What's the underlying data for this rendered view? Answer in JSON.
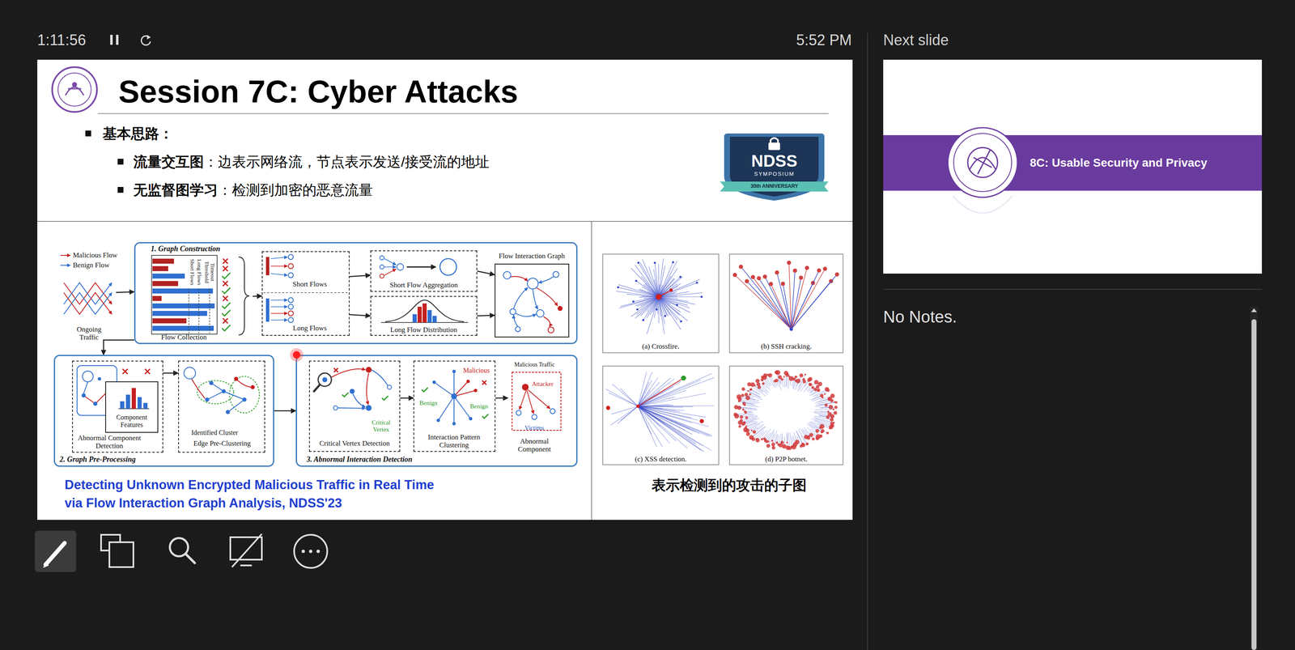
{
  "diagram": {
    "title": "Session 7C: Cyber Attacks",
    "nodes": [
      {
        "text": [
          "Ongoing Traffic"
        ]
      },
      {
        "text": [
          "1. Graph Construction"
        ]
      },
      {
        "text": [
          "Flow Collection"
        ],
        "in": 1
      },
      {
        "text": [
          "Short Flows",
          "Long Flows"
        ],
        "in": 1
      },
      {
        "text": [
          "Short Flow Aggregation"
        ],
        "in": 1
      },
      {
        "text": [
          "Long Flow Distribution"
        ],
        "in": 1
      },
      {
        "text": [
          "Flow Interaction Graph"
        ],
        "in": 1
      },
      {
        "text": [
          "2. Graph Pre-Processing"
        ]
      },
      {
        "text": [
          "Abnormal Component Detection"
        ],
        "in": 7
      },
      {
        "text": [
          "Component Features"
        ],
        "in": 8
      },
      {
        "text": [
          "Identified Cluster",
          "Edge Pre-Clustering"
        ],
        "in": 7
      },
      {
        "text": [
          "3. Abnormal Interaction Detection"
        ]
      },
      {
        "text": [
          "Critical Vertex",
          "Critical Vertex Detection"
        ],
        "in": 11
      },
      {
        "text": [
          "Malicious",
          "Benign",
          "Benign",
          "Interaction Pattern Clustering"
        ],
        "in": 11
      },
      {
        "text": [
          "Malicious Traffic",
          "Attacker",
          "Victims",
          "Abnormal Component"
        ],
        "in": 11
      },
      {
        "text": [
          "(a) Crossfire."
        ]
      },
      {
        "text": [
          "(b) SSH cracking."
        ]
      },
      {
        "text": [
          "(c) XSS detection."
        ]
      },
      {
        "text": [
          "(d) P2P botnet."
        ]
      },
      {
        "text": [
          "Next slide"
        ]
      },
      {
        "text": [
          "8C: Usable Security and Privacy"
        ],
        "in": 19
      }
    ],
    "edges": [
      {
        "from": 0,
        "to": 1,
        "arrow": "to"
      },
      {
        "from": 2,
        "to": 3,
        "arrow": "to"
      },
      {
        "from": 3,
        "to": 4,
        "arrow": "to"
      },
      {
        "from": 3,
        "to": 5,
        "arrow": "to"
      },
      {
        "from": 4,
        "to": 6,
        "arrow": "to"
      },
      {
        "from": 5,
        "to": 6,
        "arrow": "to"
      },
      {
        "from": 1,
        "to": 7,
        "arrow": "to"
      },
      {
        "from": 8,
        "to": 10,
        "arrow": "to"
      },
      {
        "from": 7,
        "to": 11,
        "arrow": "to"
      },
      {
        "from": 12,
        "to": 13,
        "arrow": "to"
      },
      {
        "from": 13,
        "to": 14,
        "arrow": "to"
      }
    ],
    "labels": [
      "1:11:56",
      "5:52 PM",
      "基本思路：",
      "流量交互图",
      "：边表示网络流，节点表示发送/接受流的地址",
      "无监督图学习",
      "：检测到加密的恶意流量",
      "NDSS",
      "SYMPOSIUM",
      "30th ANNIVERSARY",
      "Timeout Threshold",
      "Long Flows",
      "Short Flows",
      "Detecting Unknown Encrypted Malicious Traffic in Real Time via Flow Interaction Graph Analysis, NDSS'23",
      "表示检测到的攻击的子图",
      "No Notes."
    ],
    "legend": [
      {
        "text": "Malicious Flow"
      },
      {
        "text": "Benign Flow"
      }
    ]
  }
}
